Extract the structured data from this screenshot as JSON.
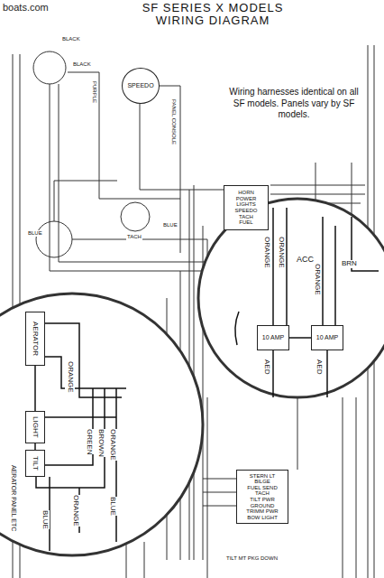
{
  "diagram": {
    "title": "SF SERIES X MODELS WIRING DIAGRAM",
    "nodes": [
      {
        "text": [
          "SPEEDO"
        ]
      },
      {
        "text": [
          "HORN",
          "POWER",
          "LIGHTS",
          "SPEEDO",
          "TACH",
          "FUEL"
        ]
      },
      {
        "text": [
          "AERATOR"
        ]
      },
      {
        "text": [
          "LIGHT"
        ]
      },
      {
        "text": [
          "TILT"
        ]
      },
      {
        "text": [
          "10 AMP"
        ]
      },
      {
        "text": [
          "10 AMP"
        ]
      },
      {
        "text": [
          "STERN LT",
          "BILGE",
          "FUEL SEND",
          "TACH",
          "TILT PWR",
          "GROUND",
          "TRIMM PWR",
          "BOW LIGHT"
        ]
      }
    ],
    "edges": [
      {
        "from": 2,
        "to": 3,
        "arrow": "none"
      },
      {
        "from": 3,
        "to": 4,
        "arrow": "none"
      },
      {
        "from": 5,
        "to": 6,
        "arrow": "none"
      }
    ],
    "labels": [
      "boats.com",
      "Wiring harnesses identical on all SF models. Panels vary by SF models.",
      "BLACK",
      "BLACK",
      "PURPLE",
      "BLUE",
      "BLUE",
      "TACH",
      "PANEL CONSOLE",
      "ORANGE",
      "ORANGE",
      "ACC",
      "ORANGE",
      "BRN",
      "AED",
      "AED",
      "ORANGE",
      "GREEN",
      "BROWN",
      "ORANGE",
      "BLUE",
      "ORANGE",
      "BLUE",
      "AERATOR PANEL ETC",
      "TILT MT PKG DOWN"
    ]
  }
}
